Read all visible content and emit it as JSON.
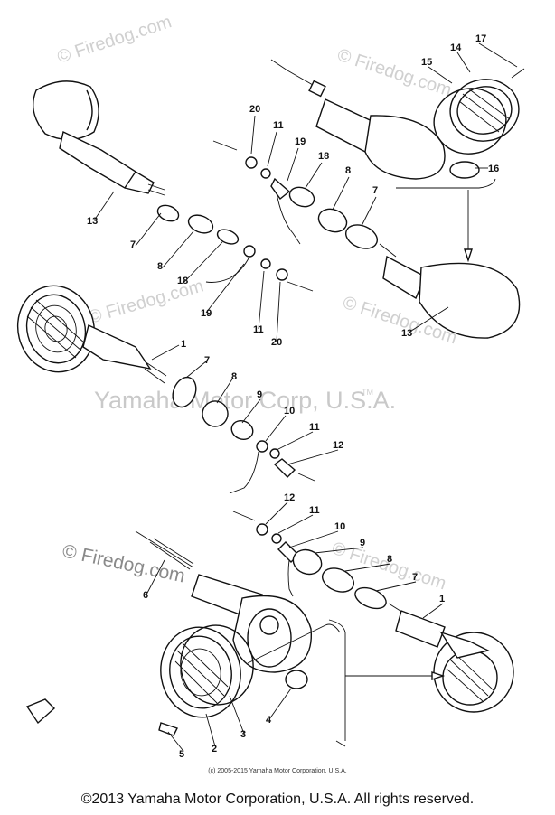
{
  "watermarks": {
    "firedog_faint": "© Firedog.com",
    "yamaha_center": "Yamaha Motor Corp, U.S.A.",
    "tm": "TM",
    "firedog_mid": "© Firedog.com"
  },
  "callouts": [
    "17",
    "14",
    "15",
    "20",
    "11",
    "19",
    "18",
    "8",
    "7",
    "16",
    "13",
    "7",
    "8",
    "18",
    "19",
    "11",
    "20",
    "13",
    "1",
    "7",
    "8",
    "9",
    "10",
    "11",
    "12",
    "12",
    "11",
    "10",
    "9",
    "8",
    "7",
    "6",
    "1",
    "5",
    "2",
    "3",
    "4"
  ],
  "footer": {
    "small": "(c) 2005-2015 Yamaha Motor Corporation, U.S.A.",
    "main": "©2013 Yamaha Motor Corporation, U.S.A. All rights reserved."
  }
}
